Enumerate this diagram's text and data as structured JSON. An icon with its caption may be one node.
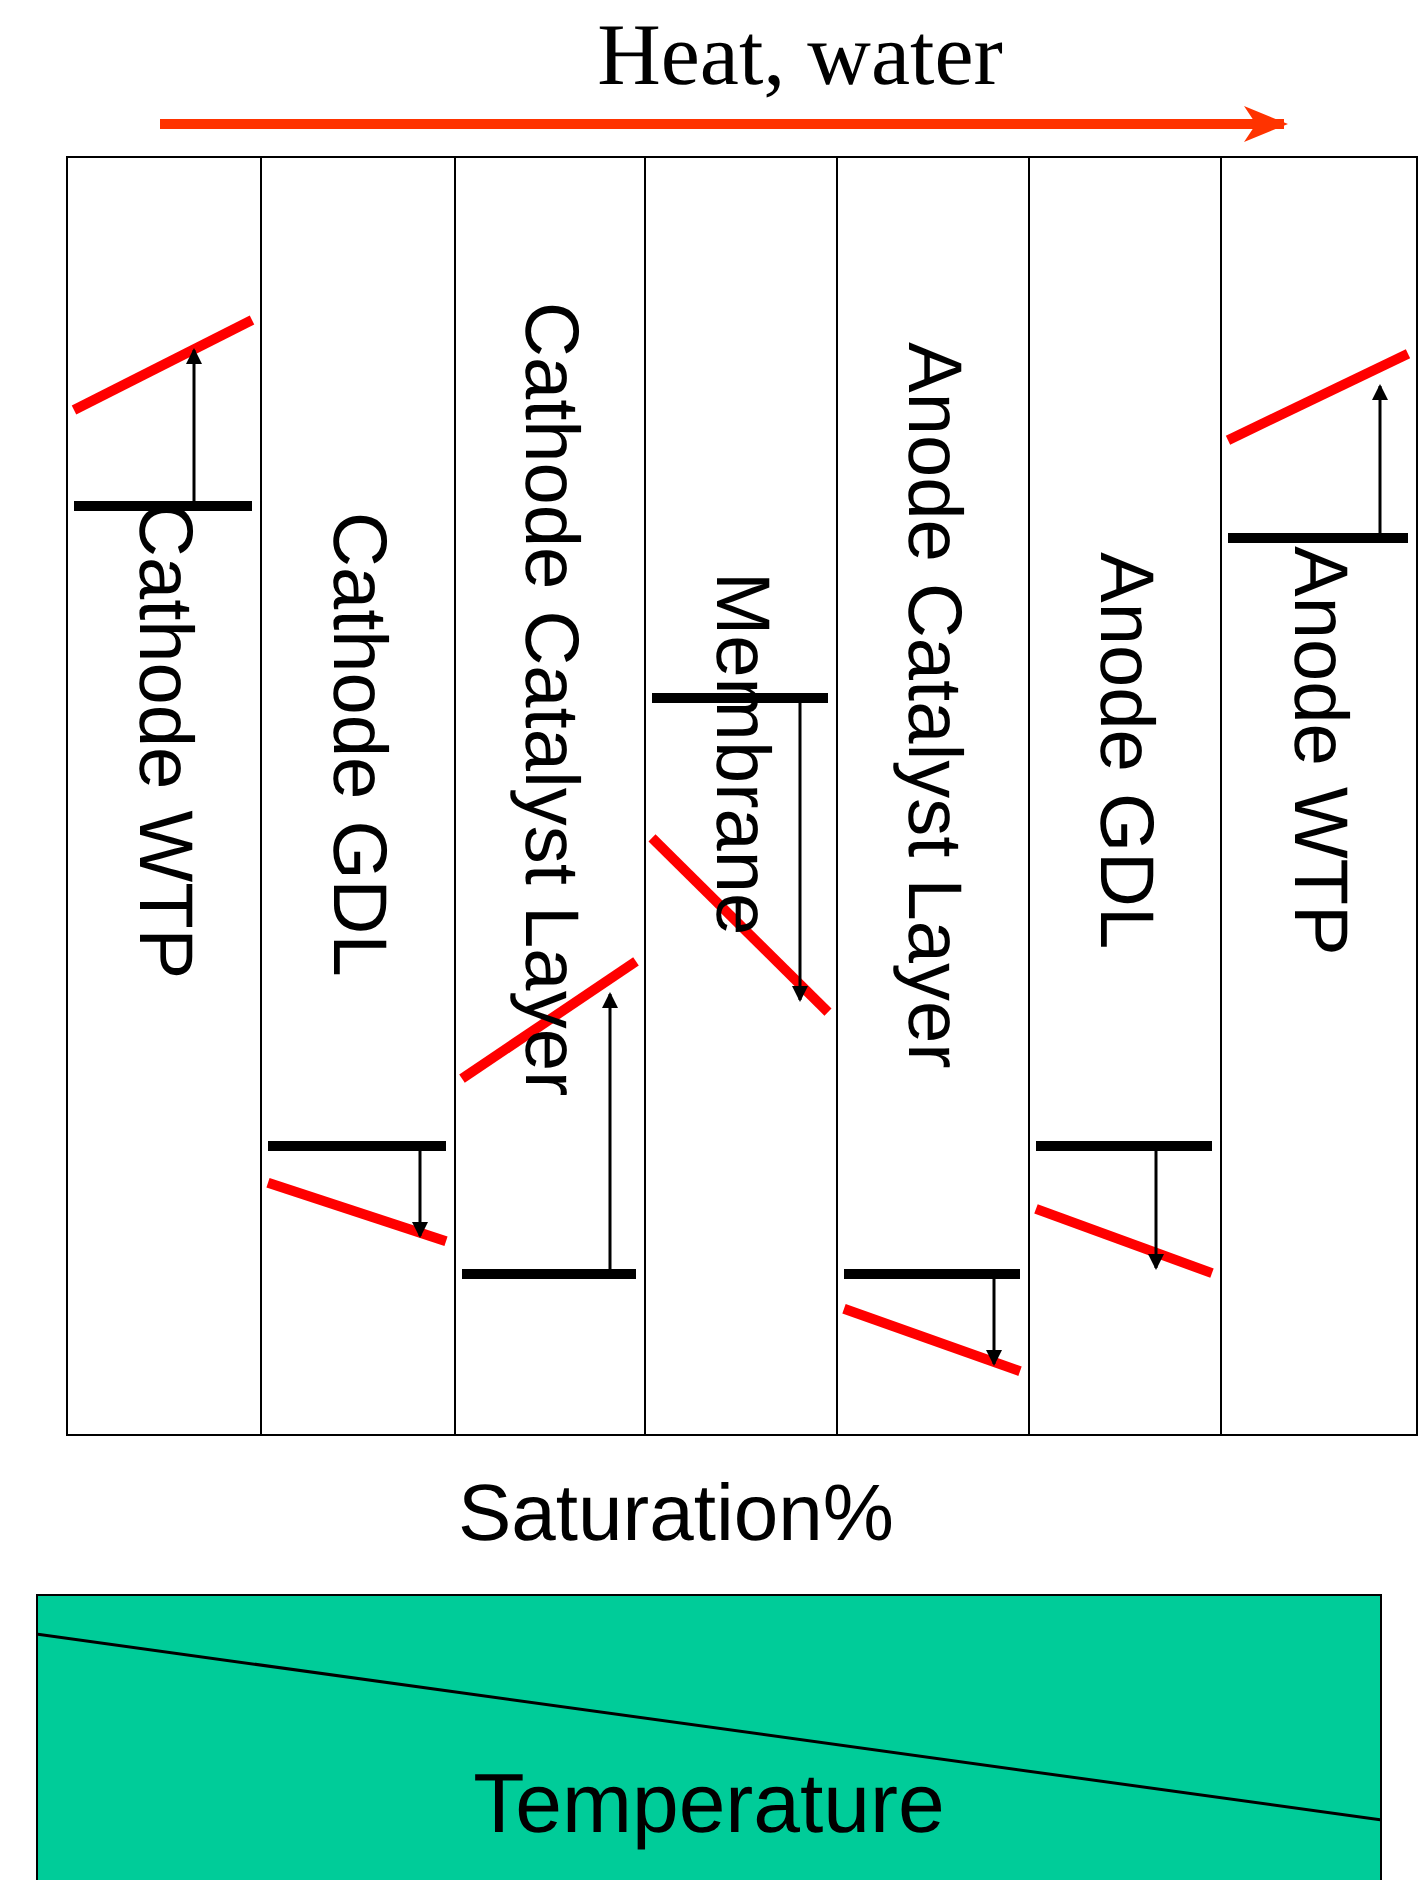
{
  "diagram": {
    "nodes": [
      {
        "text": [
          "Cathode WTP"
        ]
      },
      {
        "text": [
          "Cathode GDL"
        ]
      },
      {
        "text": [
          "Cathode Catalyst Layer"
        ]
      },
      {
        "text": [
          "Membrane"
        ]
      },
      {
        "text": [
          "Anode Catalyst Layer"
        ]
      },
      {
        "text": [
          "Anode GDL"
        ]
      },
      {
        "text": [
          "Anode WTP"
        ]
      },
      {
        "text": [
          "Temperature"
        ]
      }
    ],
    "labels": [
      "Heat, water",
      "Saturation%"
    ]
  }
}
